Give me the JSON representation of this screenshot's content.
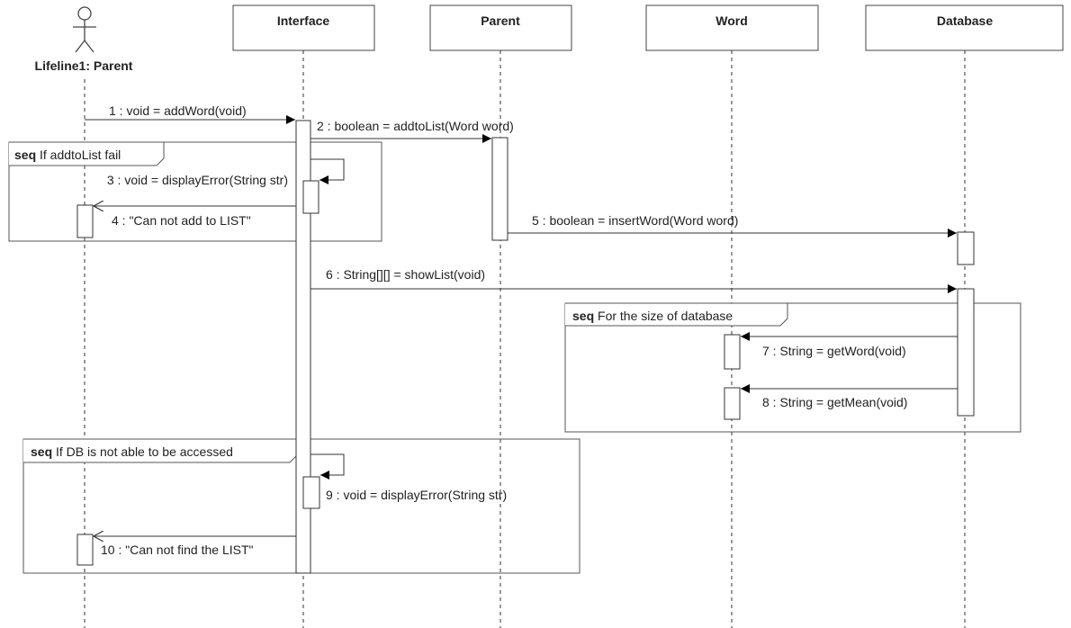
{
  "actor": {
    "label": "Lifeline1: Parent"
  },
  "lifelines": [
    {
      "id": "interface",
      "label": "Interface"
    },
    {
      "id": "parent",
      "label": "Parent"
    },
    {
      "id": "word",
      "label": "Word"
    },
    {
      "id": "database",
      "label": "Database"
    }
  ],
  "messages": [
    {
      "id": "m1",
      "label": "1 : void = addWord(void)"
    },
    {
      "id": "m2",
      "label": "2 : boolean = addtoList(Word word)"
    },
    {
      "id": "m3",
      "label": "3 : void = displayError(String str)"
    },
    {
      "id": "m4",
      "label": "4 : \"Can not add to LIST\""
    },
    {
      "id": "m5",
      "label": "5 : boolean = insertWord(Word word)"
    },
    {
      "id": "m6",
      "label": "6 : String[][] = showList(void)"
    },
    {
      "id": "m7",
      "label": "7 : String = getWord(void)"
    },
    {
      "id": "m8",
      "label": "8 : String = getMean(void)"
    },
    {
      "id": "m9",
      "label": "9 : void = displayError(String str)"
    },
    {
      "id": "m10",
      "label": "10 : \"Can not find the LIST\""
    }
  ],
  "frames": [
    {
      "id": "f1",
      "keyword": "seq",
      "guard": "If addtoList fail"
    },
    {
      "id": "f2",
      "keyword": "seq",
      "guard": "For the size of database"
    },
    {
      "id": "f3",
      "keyword": "seq",
      "guard": "If DB is not able to be accessed"
    }
  ],
  "colors": {
    "line": "#333333",
    "box_fill": "#ffffff",
    "frame_border": "#555555"
  }
}
